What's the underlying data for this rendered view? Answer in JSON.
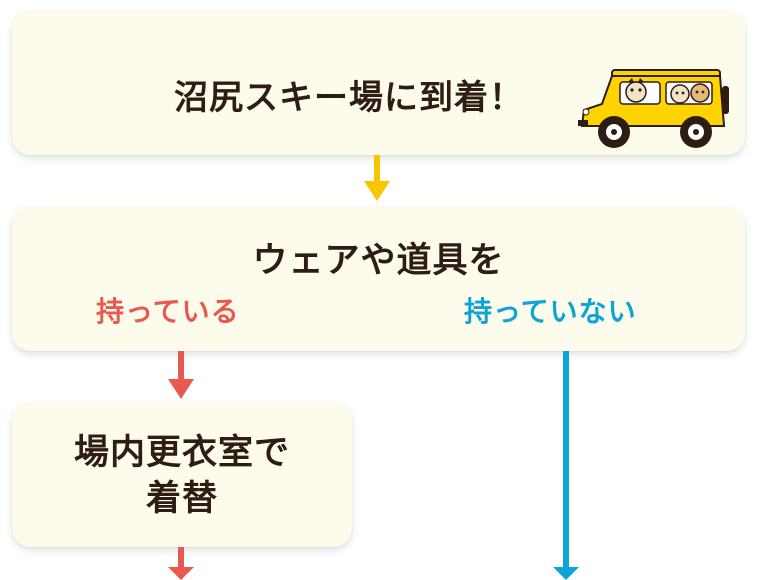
{
  "steps": {
    "arrival": {
      "title": "沼尻スキー場に到着！"
    },
    "question": {
      "title": "ウェアや道具を",
      "option_yes": "持っている",
      "option_no": "持っていない"
    },
    "changing": {
      "title_line1": "場内更衣室で",
      "title_line2": "着替"
    }
  },
  "colors": {
    "card_bg": "#fdfcec",
    "title_text": "#2e1d12",
    "arrow_main": "#f7c600",
    "arrow_yes": "#e85a4f",
    "arrow_no": "#0ea4d8",
    "bus_body": "#ffd300"
  },
  "icons": {
    "illustration": "yellow-jeep-with-animal-mascots-icon"
  }
}
